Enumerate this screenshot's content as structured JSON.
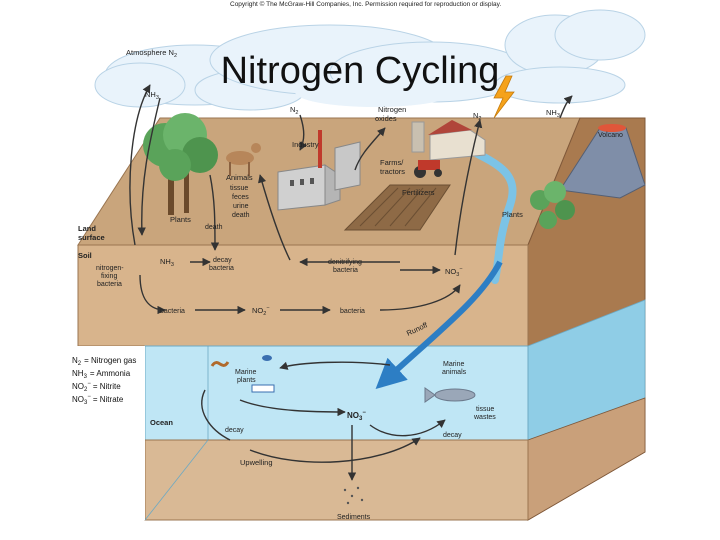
{
  "copyright": "Copyright © The McGraw-Hill Companies, Inc. Permission required for reproduction or display.",
  "title": "Nitrogen Cycling",
  "labels": {
    "atmosphere": "Atmosphere N",
    "atmosphere_sub": "2",
    "nh3_left": "NH",
    "nh3_left_sub": "3",
    "n2_center": "N",
    "n2_center_sub": "2",
    "nitrogen_oxides": [
      "Nitrogen",
      "oxides"
    ],
    "n2_right": "N",
    "n2_right_sub": "2",
    "nh3_right": "NH",
    "nh3_right_sub": "3",
    "volcano": "Volcano",
    "industry": "Industry",
    "animals": "Animals",
    "animal_waste": [
      "tissue",
      "feces",
      "urine",
      "death"
    ],
    "farms": [
      "Farms/",
      "tractors"
    ],
    "fertilizers": "Fertilizers",
    "plants_left": "Plants",
    "plant_death": "death",
    "plants_right": "Plants",
    "land_surface": [
      "Land",
      "surface"
    ],
    "soil": "Soil",
    "nh3_soil": "NH",
    "nh3_soil_sub": "3",
    "decay_bacteria": [
      "decay",
      "bacteria"
    ],
    "denitrifying": [
      "denitrifying",
      "bacteria"
    ],
    "no3_soil": "NO",
    "no3_soil_sub": "3",
    "no3_soil_sup": "−",
    "nitrogen_fixing": [
      "nitrogen-",
      "fixing",
      "bacteria"
    ],
    "bacteria_left": "bacteria",
    "no2_soil": "NO",
    "no2_soil_sub": "2",
    "no2_soil_sup": "−",
    "bacteria_right": "bacteria",
    "runoff": "Runoff",
    "marine_plants": [
      "Marine",
      "plants"
    ],
    "marine_animals": [
      "Marine",
      "animals"
    ],
    "ocean": "Ocean",
    "decay_left": "decay",
    "no3_ocean": "NO",
    "no3_ocean_sub": "3",
    "no3_ocean_sup": "−",
    "tissue_wastes": [
      "tissue",
      "wastes"
    ],
    "decay_right": "decay",
    "upwelling": "Upwelling",
    "sediments": "Sediments"
  },
  "legend": [
    {
      "formula": "N",
      "sub": "2",
      "sup": "",
      "meaning": "= Nitrogen gas"
    },
    {
      "formula": "NH",
      "sub": "3",
      "sup": "",
      "meaning": "= Ammonia"
    },
    {
      "formula": "NO",
      "sub": "2",
      "sup": "−",
      "meaning": "= Nitrite"
    },
    {
      "formula": "NO",
      "sub": "3",
      "sup": "−",
      "meaning": "= Nitrate"
    }
  ],
  "colors": {
    "sky": "#dff0fa",
    "cloud": "#e9f3fb",
    "land_top": "#c9a57c",
    "soil": "#d8b48c",
    "soil_side": "#a97a4f",
    "ocean": "#bfe6f5",
    "ocean_side": "#8fcde6",
    "sediment": "#d9b995",
    "runoff": "#2d7ec4",
    "lightning": "#f5a21b",
    "factory": "#d0d0d0",
    "plant_green": "#5aa35a"
  }
}
